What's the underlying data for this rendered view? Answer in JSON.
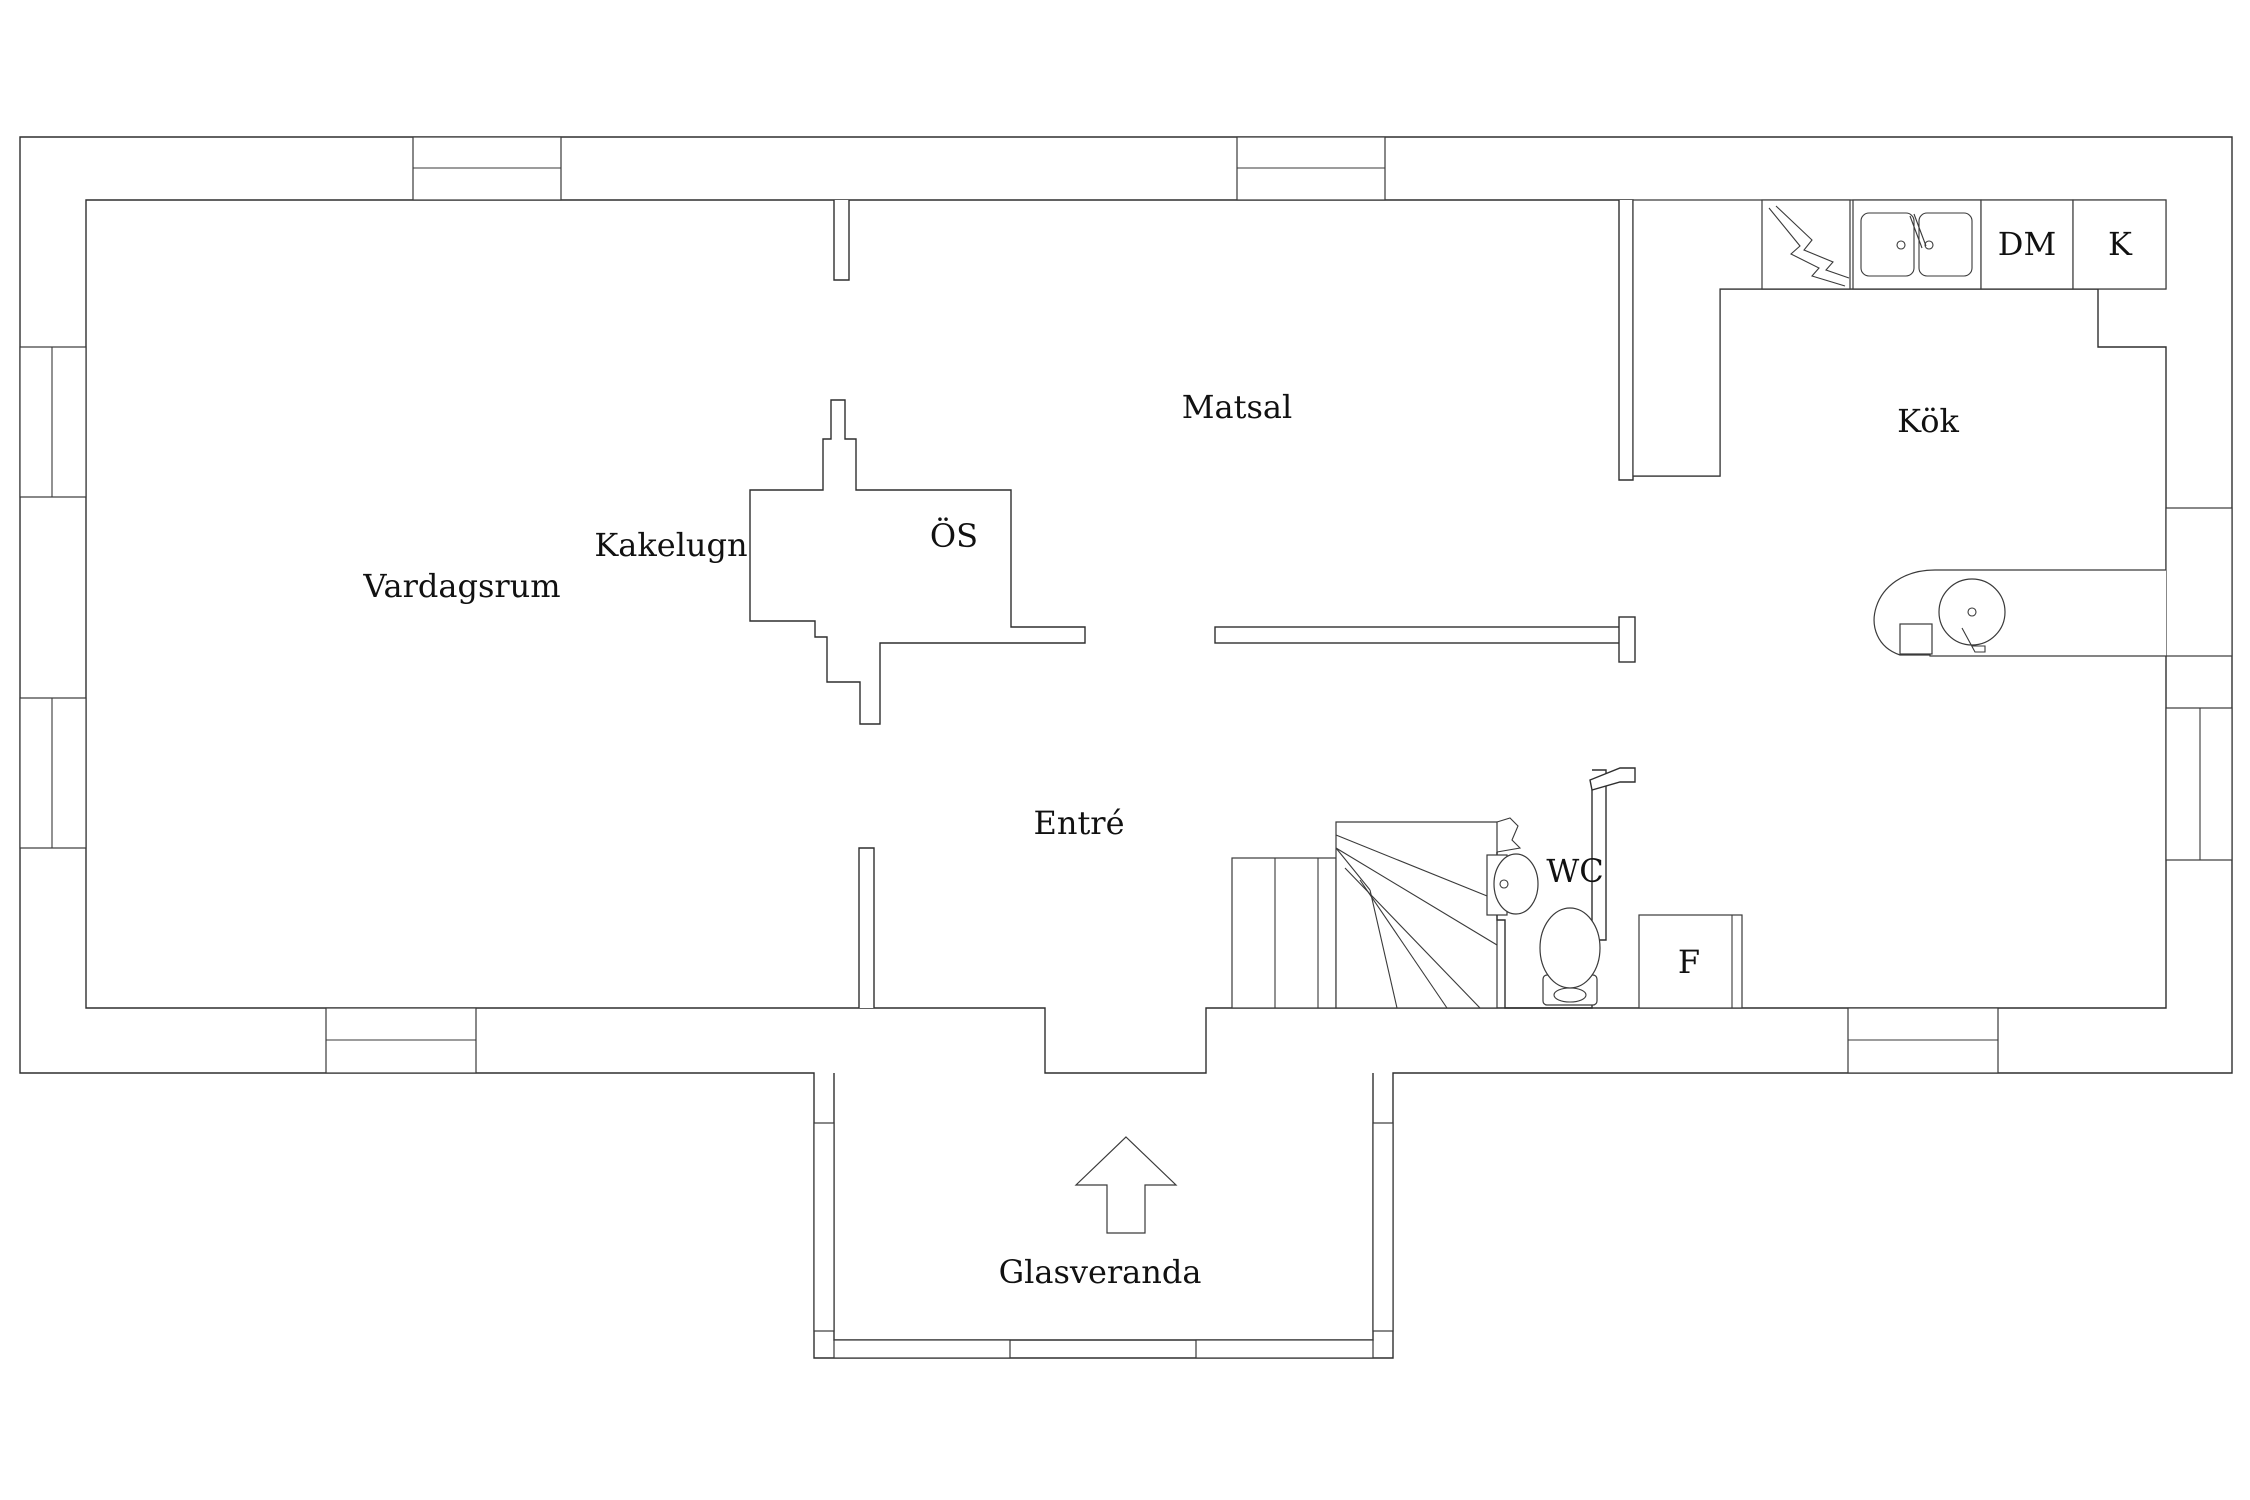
{
  "rooms": {
    "vardagsrum": "Vardagsrum",
    "kakelugn": "Kakelugn",
    "os": "ÖS",
    "matsal": "Matsal",
    "kok": "Kök",
    "entre": "Entré",
    "wc": "WC",
    "f": "F",
    "dm": "DM",
    "k": "K",
    "glasveranda": "Glasveranda"
  },
  "icons": {
    "entrance": "up-arrow-icon",
    "sink": "double-sink-icon",
    "stove": "stove-icon",
    "toilet": "toilet-icon",
    "basin": "washbasin-icon",
    "round_sink": "round-sink-icon",
    "stairs": "staircase-icon"
  }
}
